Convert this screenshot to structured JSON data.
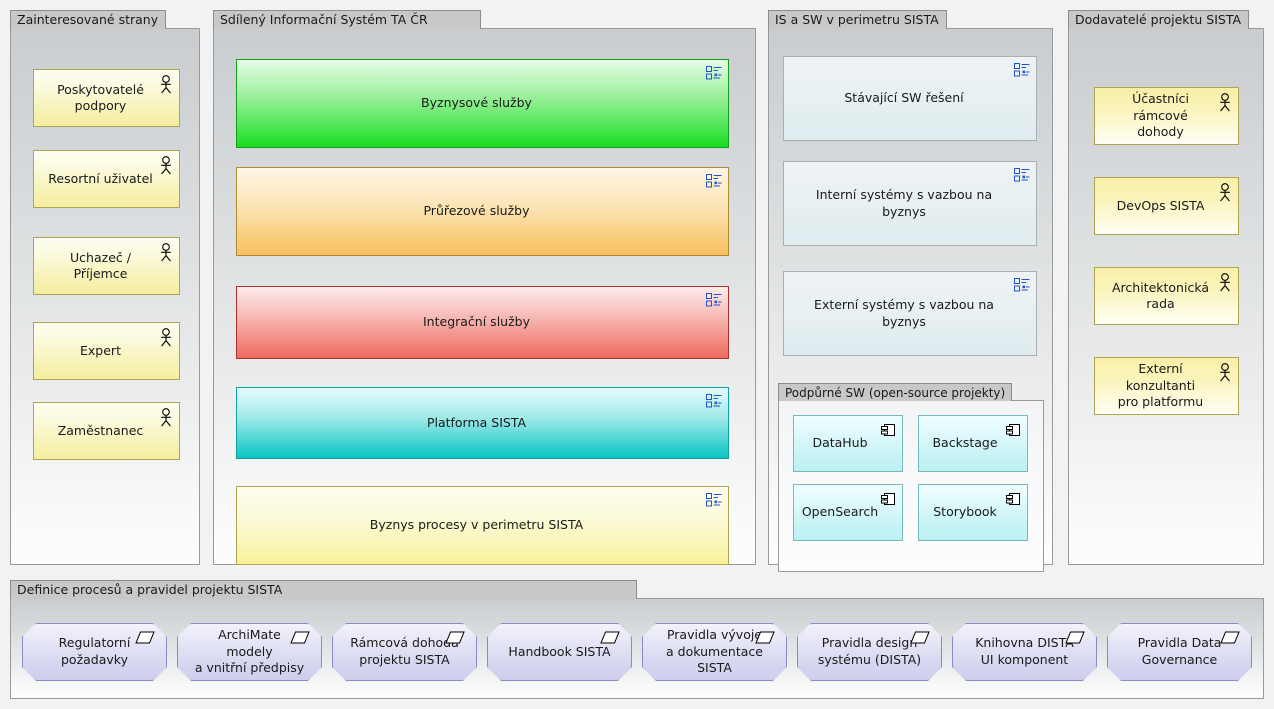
{
  "diagram": {
    "title": "Architektura SISTA - kontextovy diagram",
    "colors": {
      "canvas": "#f2f2f2",
      "package_tab": "#c8c8c8",
      "package_border": "#9a9a9a",
      "actor_fill": "#faf4bc",
      "actor_border": "#b0a44e",
      "service_green": "#16dd20",
      "service_orange": "#f7c163",
      "service_red": "#ee6a5e",
      "service_teal": "#0dc6c4",
      "service_yellow": "#f7f096",
      "system_fill": "#e3eef0",
      "component_fill": "#c6f3f5",
      "meaning_fill": "#d6d6f0",
      "meaning_border": "#8a8ac4"
    }
  },
  "packages": {
    "stakeholders": {
      "title": "Zainteresované strany",
      "icon": "actor-icon",
      "items": [
        {
          "label": "Poskytovatelé podpory"
        },
        {
          "label": "Resortní uživatel"
        },
        {
          "label": "Uchazeč / Příjemce"
        },
        {
          "label": "Expert"
        },
        {
          "label": "Zaměstnanec"
        }
      ]
    },
    "shared_system": {
      "title": "Sdílený Informační Systém TA ČR",
      "icon": "uml-service-icon",
      "items": [
        {
          "label": "Byznysové služby",
          "color": "green"
        },
        {
          "label": "Průřezové služby",
          "color": "orange"
        },
        {
          "label": "Integrační služby",
          "color": "red"
        },
        {
          "label": "Platforma SISTA",
          "color": "teal"
        },
        {
          "label": "Byznys procesy v perimetru SISTA",
          "color": "yellow"
        }
      ]
    },
    "perimeter": {
      "title": "IS a SW v perimetru SISTA",
      "icon": "uml-service-icon",
      "items": [
        {
          "label": "Stávající SW řešení"
        },
        {
          "label": "Interní systémy s vazbou na byznys"
        },
        {
          "label": "Externí systémy s vazbou na byznys"
        }
      ],
      "subpackage": {
        "title": "Podpůrné SW (open-source projekty)",
        "icon": "uml-component-icon",
        "items": [
          {
            "label": "DataHub"
          },
          {
            "label": "Backstage"
          },
          {
            "label": "OpenSearch"
          },
          {
            "label": "Storybook"
          }
        ]
      }
    },
    "suppliers": {
      "title": "Dodavatelé projektu SISTA",
      "icon": "actor-icon",
      "items": [
        {
          "label": "Účastníci rámcové\ndohody"
        },
        {
          "label": "DevOps SISTA"
        },
        {
          "label": "Architektonická rada"
        },
        {
          "label": "Externí konzultanti\npro platformu"
        }
      ]
    },
    "definitions": {
      "title": "Definice procesů a pravidel projektu SISTA",
      "icon": "meaning-icon",
      "items": [
        {
          "label": "Regulatorní\npožadavky"
        },
        {
          "label": "ArchiMate modely\na vnitřní předpisy"
        },
        {
          "label": "Rámcová dohoda\nprojektu SISTA"
        },
        {
          "label": "Handbook SISTA"
        },
        {
          "label": "Pravidla vývoje\na dokumentace SISTA"
        },
        {
          "label": "Pravidla design\nsystému (DISTA)"
        },
        {
          "label": "Knihovna DISTA\nUI komponent"
        },
        {
          "label": "Pravidla Data\nGovernance"
        }
      ]
    }
  }
}
